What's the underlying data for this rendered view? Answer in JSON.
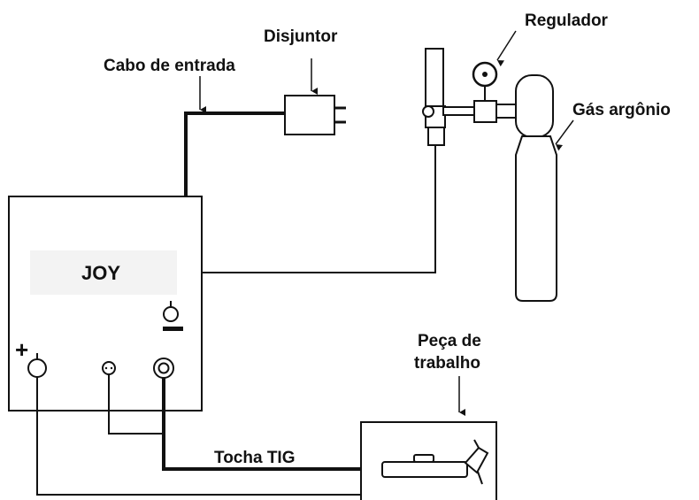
{
  "diagram": {
    "machine_label": "JOY",
    "labels": {
      "input_cable": "Cabo de entrada",
      "breaker": "Disjuntor",
      "regulator": "Regulador",
      "argon_gas": "Gás argônio",
      "workpiece_line1": "Peça de",
      "workpiece_line2": "trabalho",
      "tig_torch": "Tocha TIG"
    },
    "terminal_signs": {
      "positive": "+",
      "negative": "−"
    }
  }
}
